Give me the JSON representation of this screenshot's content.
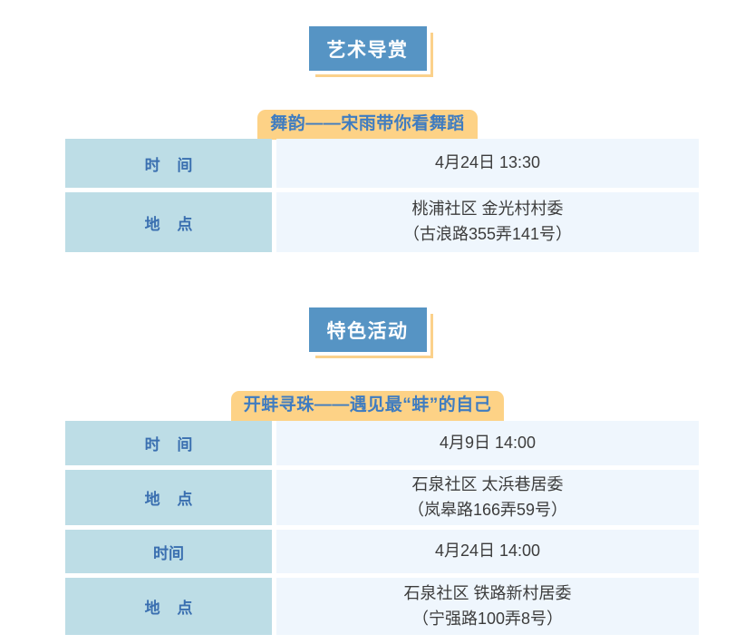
{
  "theme": {
    "badge_blue": "#5694c4",
    "accent_orange": "#fbd18b",
    "pill_orange": "#fdd286",
    "pill_text_blue": "#3f7cc0",
    "label_bg": "#bddde6",
    "label_text": "#3a6fb0",
    "value_bg": "#eff6fd",
    "value_text": "#3c3c3c",
    "page_bg": "#ffffff"
  },
  "sections": [
    {
      "heading": "艺术导赏",
      "subtitle": "舞韵——宋雨带你看舞蹈",
      "rows": [
        {
          "label": "时 间",
          "label_tight": false,
          "lines": [
            "4月24日 13:30"
          ]
        },
        {
          "label": "地 点",
          "label_tight": false,
          "lines": [
            "桃浦社区 金光村村委",
            "（古浪路355弄141号）"
          ]
        }
      ]
    },
    {
      "heading": "特色活动",
      "subtitle": "开蚌寻珠——遇见最“蚌”的自己",
      "rows": [
        {
          "label": "时 间",
          "label_tight": false,
          "lines": [
            "4月9日 14:00"
          ]
        },
        {
          "label": "地 点",
          "label_tight": false,
          "lines": [
            "石泉社区 太浜巷居委",
            "（岚皋路166弄59号）"
          ]
        },
        {
          "label": "时间",
          "label_tight": true,
          "lines": [
            "4月24日 14:00"
          ]
        },
        {
          "label": "地 点",
          "label_tight": false,
          "lines": [
            "石泉社区 铁路新村居委",
            "（宁强路100弄8号）"
          ]
        }
      ]
    }
  ]
}
